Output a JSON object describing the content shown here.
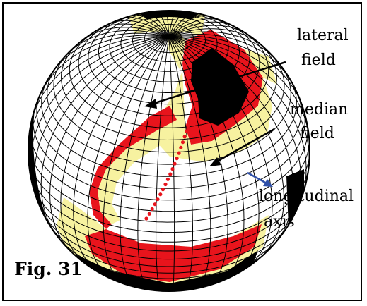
{
  "figure": {
    "caption": "Fig. 31",
    "labels": {
      "lateral_line1": "lateral",
      "lateral_line2": "field",
      "median_line1": "median",
      "median_line2": "field",
      "longitudinal_line1": "longitudinal",
      "longitudinal_line2": "axis"
    },
    "colors": {
      "black_field": "#000000",
      "red_field": "#e8141c",
      "yellow_field": "#f7f2a0",
      "grid": "#000000",
      "axis_arrow": "#2e4fa8",
      "background": "#ffffff"
    }
  }
}
